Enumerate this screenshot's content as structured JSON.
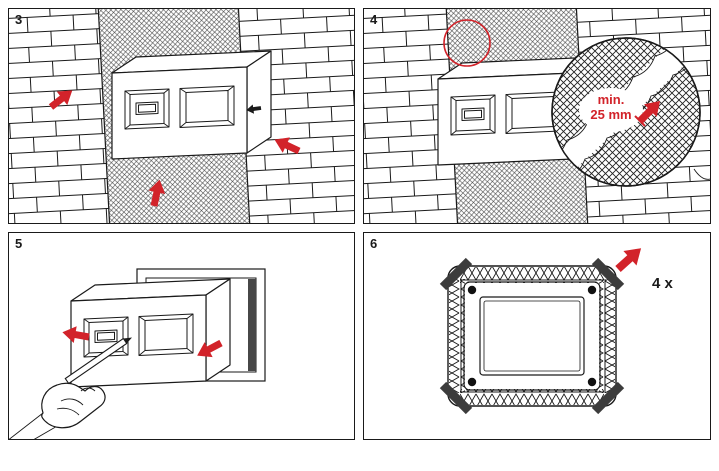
{
  "colors": {
    "accent": "#d2232a",
    "ink": "#1a1a1a"
  },
  "panels": {
    "p3": {
      "number": "3"
    },
    "p4": {
      "number": "4",
      "callout": {
        "line1": "min.",
        "line2": "25 mm"
      }
    },
    "p5": {
      "number": "5"
    },
    "p6": {
      "number": "6",
      "quantity": "4 x"
    }
  }
}
